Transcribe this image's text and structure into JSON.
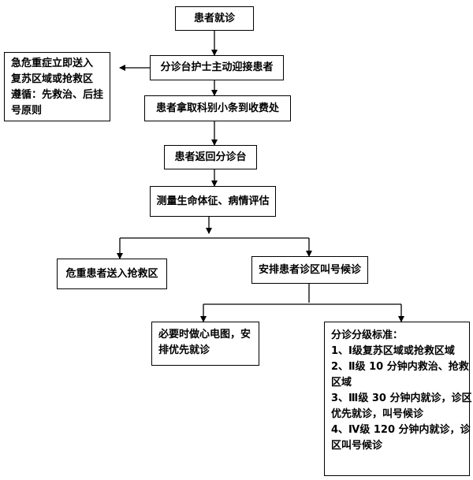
{
  "flowchart": {
    "start": "患者就诊",
    "triage_nurse": "分诊台护士主动迎接患者",
    "critical_side": [
      "急危重症立即送入",
      "复苏区域或抢救区",
      "遵循：先救治、后挂",
      "号原则"
    ],
    "take_slip": "患者拿取科别小条到收费处",
    "return_triage": "患者返回分诊台",
    "assess": "测量生命体征、病情评估",
    "critical_to_rescue": "危重患者送入抢救区",
    "arrange_waiting": "安排患者诊区叫号候诊",
    "ecg": [
      "必要时做心电图，安",
      "排优先就诊"
    ],
    "standards_title": "分诊分级标准：",
    "standards": [
      "1、Ⅰ级复苏区域或抢救区域",
      "2、Ⅱ级 10 分钟内救治、抢救",
      "区域",
      "3、Ⅲ级 30 分钟内就诊，诊区",
      "优先就诊，叫号候诊",
      "4、Ⅳ级 120 分钟内就诊，诊",
      "区叫号候诊"
    ]
  }
}
